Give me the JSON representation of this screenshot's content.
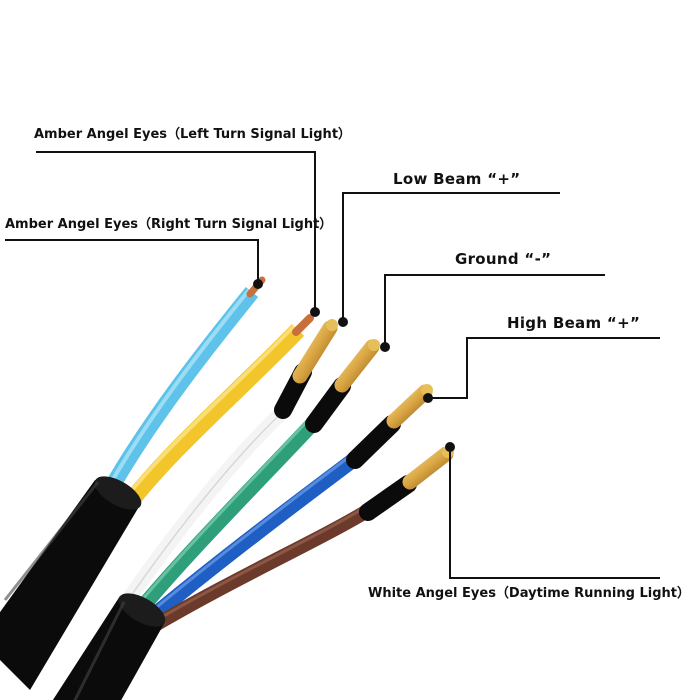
{
  "labels": {
    "amber_left": "Amber Angel Eyes（Left Turn Signal Light）",
    "amber_right": "Amber Angel Eyes（Right Turn Signal Light）",
    "low_beam": "Low Beam “+”",
    "ground": "Ground “-”",
    "high_beam": "High Beam “+”",
    "white_drl": "White Angel Eyes（Daytime Running Light）"
  },
  "colors": {
    "sheath": "#0b0b0b",
    "wire_blue_light": "#5fc2ea",
    "wire_yellow": "#f2c52a",
    "wire_white": "#f4f4f4",
    "wire_green": "#2e9f7a",
    "wire_blue": "#1f5fc4",
    "wire_brown": "#6b3a2a",
    "copper": "#c8703c",
    "brass": "#d9a441",
    "leader": "#111111"
  }
}
